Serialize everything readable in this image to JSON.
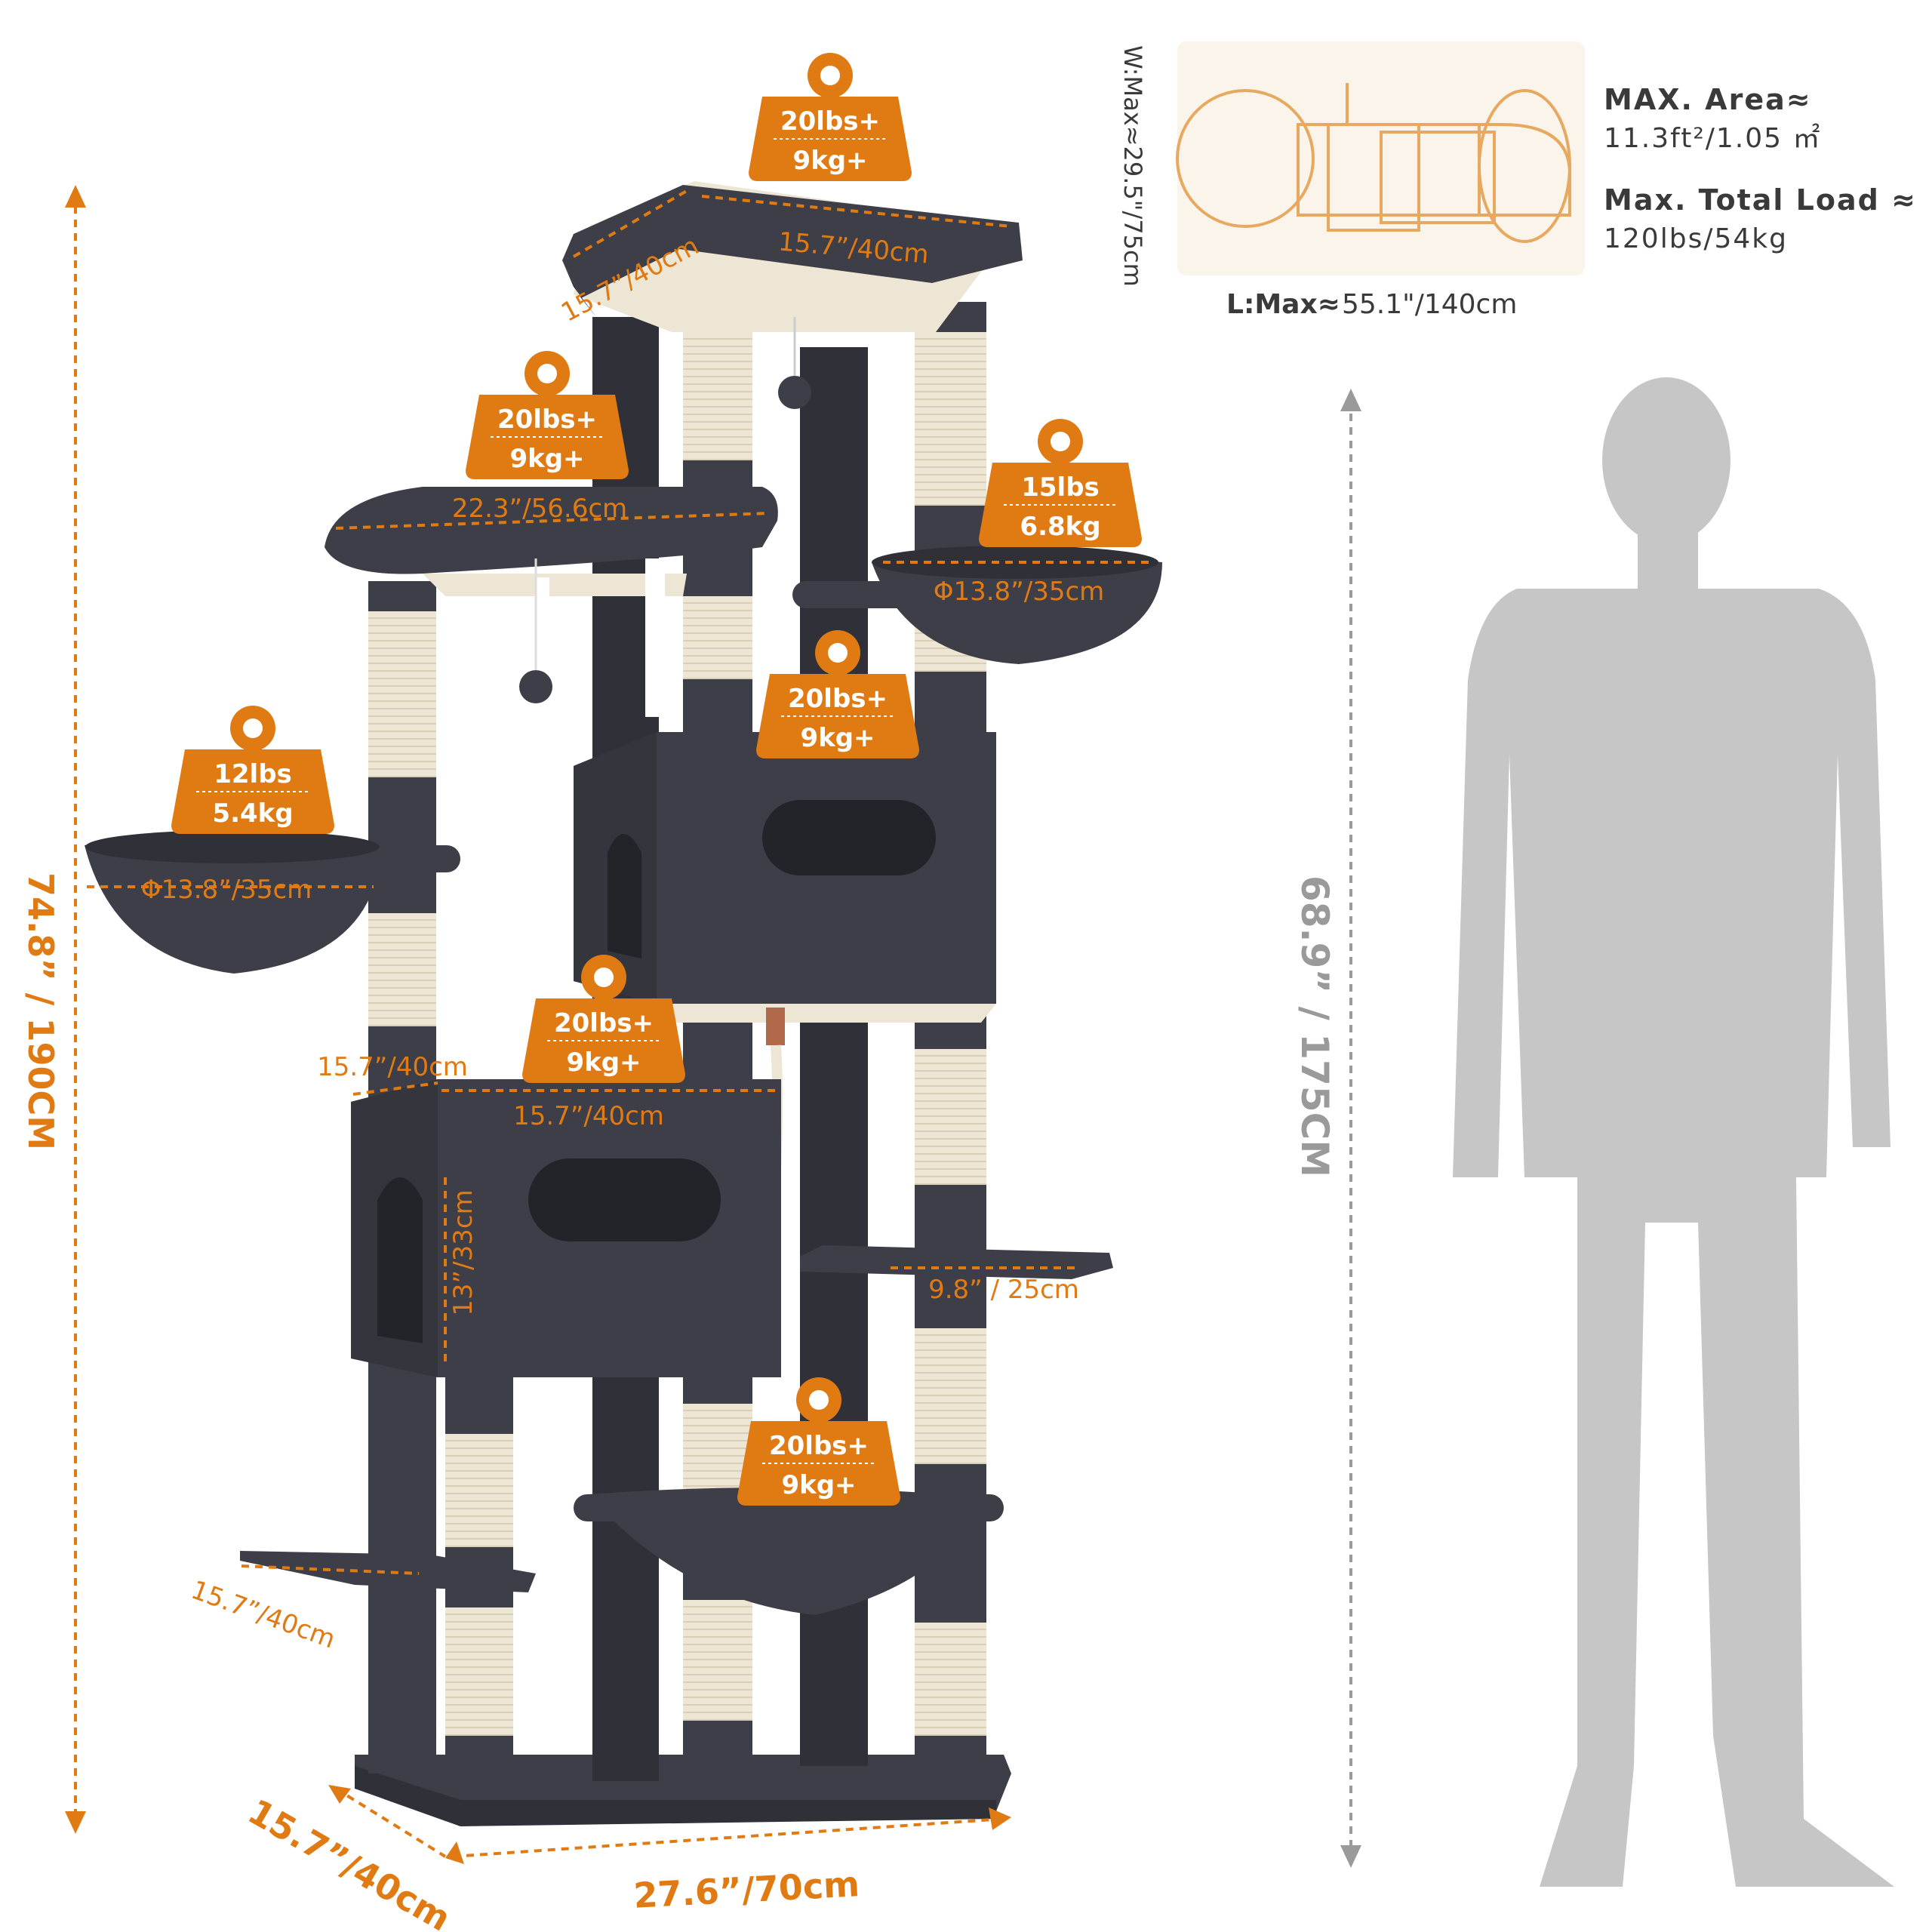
{
  "colors": {
    "accent": "#e07b14",
    "plush": "#3d3e47",
    "plush_dark": "#2f3038",
    "sisal": "#ede6d4",
    "silhouette": "#c6c6c6",
    "panel": "#fbf4ea"
  },
  "overall": {
    "height_label": "74.8” / 190CM",
    "width_label": "27.6”/70cm",
    "depth_label": "15.7”/40cm"
  },
  "person": {
    "height_label": "68.9” / 175CM"
  },
  "info": {
    "footprint_width": "W:Max≈29.5\"/75cm",
    "footprint_length_prefix": "L:Max≈",
    "footprint_length_value": "55.1\"/140cm",
    "area_title": "MAX. Area≈",
    "area_value": "11.3ft²/1.05 ㎡",
    "load_title": "Max. Total Load ≈",
    "load_value": "120lbs/54kg"
  },
  "weights": [
    {
      "lbs": "20lbs+",
      "kg": "9kg+"
    },
    {
      "lbs": "20lbs+",
      "kg": "9kg+"
    },
    {
      "lbs": "15lbs",
      "kg": "6.8kg"
    },
    {
      "lbs": "12lbs",
      "kg": "5.4kg"
    },
    {
      "lbs": "20lbs+",
      "kg": "9kg+"
    },
    {
      "lbs": "20lbs+",
      "kg": "9kg+"
    },
    {
      "lbs": "20lbs+",
      "kg": "9kg+"
    }
  ],
  "dimensions": {
    "top_left": "15.7”/40cm",
    "top_right": "15.7”/40cm",
    "upper_platform": "22.3”/56.6cm",
    "right_basket": "Φ13.8”/35cm",
    "left_basket": "Φ13.8”/35cm",
    "condo_side": "15.7”/40cm",
    "condo_front": "15.7”/40cm",
    "condo_height": "13”/33cm",
    "right_step": "9.8” / 25cm",
    "left_step": "15.7”/40cm"
  }
}
